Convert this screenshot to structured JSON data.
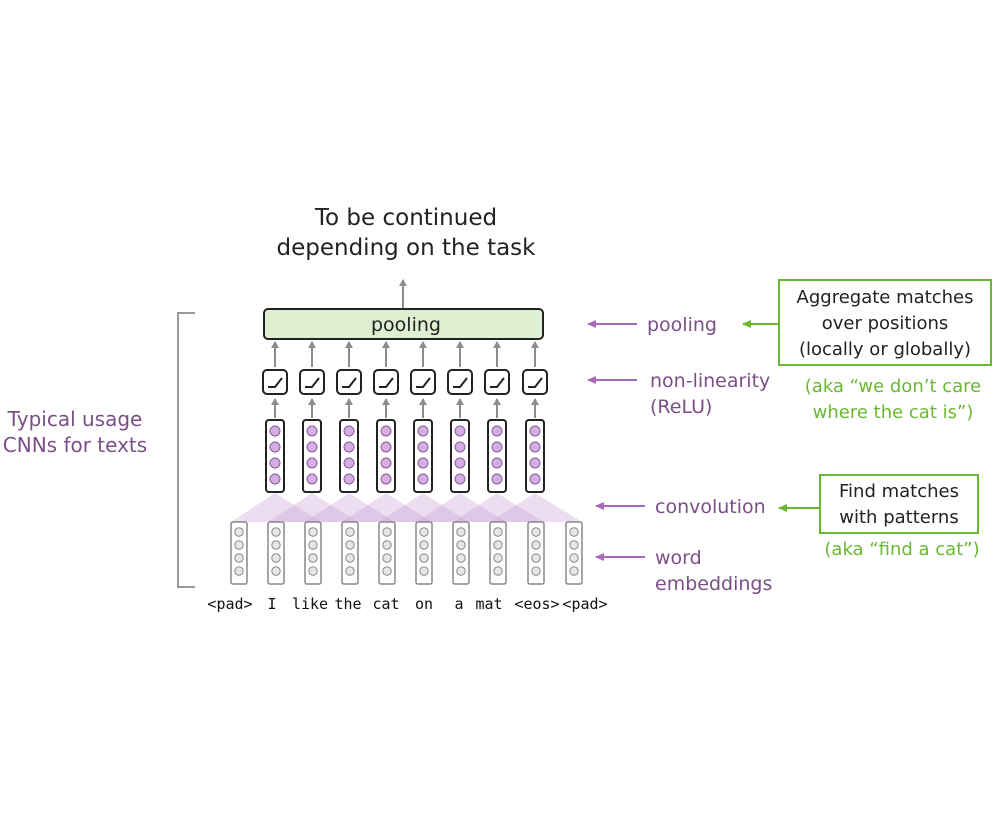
{
  "title_line1": "To be continued",
  "title_line2": "depending on the task",
  "pooling_box_label": "pooling",
  "side_label_line1": "Typical usage",
  "side_label_line2": "CNNs for texts",
  "layer_labels": {
    "pooling": "pooling",
    "nonlinearity_line1": "non-linearity",
    "nonlinearity_line2": "(ReLU)",
    "convolution": "convolution",
    "embeddings_line1": "word",
    "embeddings_line2": "embeddings"
  },
  "aggregate_note": {
    "line1": "Aggregate matches",
    "line2": "over positions",
    "line3": "(locally or globally)",
    "aka_line1": "(aka “we don’t care",
    "aka_line2": "where the cat is”)"
  },
  "patterns_note": {
    "line1": "Find matches",
    "line2": "with patterns",
    "aka": "(aka “find a cat”)"
  },
  "tokens": [
    "<pad>",
    "I",
    "like",
    "the",
    "cat",
    "on",
    "a",
    "mat",
    "<eos>",
    "<pad>"
  ],
  "colors": {
    "purple_text": "#7a4f86",
    "purple_arrow": "#a86ab8",
    "green": "#6ab832",
    "green_text": "#6ab832",
    "pooling_fill": "#dff0d2",
    "conv_fill": "#c99fd6",
    "conv_node": "#d4aee0",
    "embed_node": "#e6e6e6",
    "gray_arrow": "#8c8c8c"
  }
}
